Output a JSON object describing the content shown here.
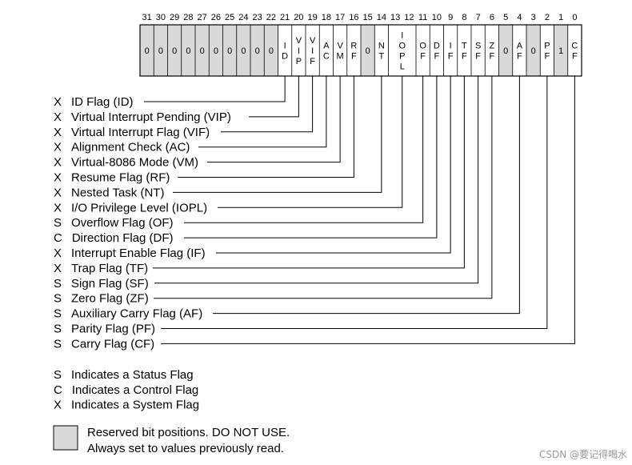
{
  "register": {
    "bits": [
      {
        "num": "31",
        "label": "0",
        "reserved": true
      },
      {
        "num": "30",
        "label": "0",
        "reserved": true
      },
      {
        "num": "29",
        "label": "0",
        "reserved": true
      },
      {
        "num": "28",
        "label": "0",
        "reserved": true
      },
      {
        "num": "27",
        "label": "0",
        "reserved": true
      },
      {
        "num": "26",
        "label": "0",
        "reserved": true
      },
      {
        "num": "25",
        "label": "0",
        "reserved": true
      },
      {
        "num": "24",
        "label": "0",
        "reserved": true
      },
      {
        "num": "23",
        "label": "0",
        "reserved": true
      },
      {
        "num": "22",
        "label": "0",
        "reserved": true
      },
      {
        "num": "21",
        "label": "ID",
        "reserved": false
      },
      {
        "num": "20",
        "label": "VIP",
        "reserved": false
      },
      {
        "num": "19",
        "label": "VIF",
        "reserved": false
      },
      {
        "num": "18",
        "label": "AC",
        "reserved": false
      },
      {
        "num": "17",
        "label": "VM",
        "reserved": false
      },
      {
        "num": "16",
        "label": "RF",
        "reserved": false
      },
      {
        "num": "15",
        "label": "0",
        "reserved": true
      },
      {
        "num": "14",
        "label": "NT",
        "reserved": false
      },
      {
        "num": "13",
        "label": "IOPL",
        "reserved": false
      },
      {
        "num": "12",
        "label": "",
        "reserved": false
      },
      {
        "num": "11",
        "label": "OF",
        "reserved": false
      },
      {
        "num": "10",
        "label": "DF",
        "reserved": false
      },
      {
        "num": "9",
        "label": "IF",
        "reserved": false
      },
      {
        "num": "8",
        "label": "TF",
        "reserved": false
      },
      {
        "num": "7",
        "label": "SF",
        "reserved": false
      },
      {
        "num": "6",
        "label": "ZF",
        "reserved": false
      },
      {
        "num": "5",
        "label": "0",
        "reserved": true
      },
      {
        "num": "4",
        "label": "AF",
        "reserved": false
      },
      {
        "num": "3",
        "label": "0",
        "reserved": true
      },
      {
        "num": "2",
        "label": "PF",
        "reserved": false
      },
      {
        "num": "1",
        "label": "1",
        "reserved": true
      },
      {
        "num": "0",
        "label": "CF",
        "reserved": false
      }
    ]
  },
  "flags": [
    {
      "type": "X",
      "name": "ID Flag (ID)",
      "bit": "21"
    },
    {
      "type": "X",
      "name": "Virtual Interrupt Pending (VIP)",
      "bit": "20"
    },
    {
      "type": "X",
      "name": "Virtual Interrupt Flag (VIF)",
      "bit": "19"
    },
    {
      "type": "X",
      "name": "Alignment Check (AC)",
      "bit": "18"
    },
    {
      "type": "X",
      "name": "Virtual-8086 Mode (VM)",
      "bit": "17"
    },
    {
      "type": "X",
      "name": "Resume Flag (RF)",
      "bit": "16"
    },
    {
      "type": "X",
      "name": "Nested Task (NT)",
      "bit": "14"
    },
    {
      "type": "X",
      "name": "I/O Privilege Level (IOPL)",
      "bit": "13"
    },
    {
      "type": "S",
      "name": "Overflow Flag (OF)",
      "bit": "11"
    },
    {
      "type": "C",
      "name": "Direction Flag (DF)",
      "bit": "10"
    },
    {
      "type": "X",
      "name": "Interrupt Enable Flag (IF)",
      "bit": "9"
    },
    {
      "type": "X",
      "name": "Trap Flag (TF)",
      "bit": "8"
    },
    {
      "type": "S",
      "name": "Sign Flag (SF)",
      "bit": "7"
    },
    {
      "type": "S",
      "name": "Zero Flag (ZF)",
      "bit": "6"
    },
    {
      "type": "S",
      "name": "Auxiliary Carry Flag (AF)",
      "bit": "4"
    },
    {
      "type": "S",
      "name": "Parity Flag (PF)",
      "bit": "2"
    },
    {
      "type": "S",
      "name": "Carry Flag (CF)",
      "bit": "0"
    }
  ],
  "legend": [
    {
      "key": "S",
      "text": "Indicates a Status Flag"
    },
    {
      "key": "C",
      "text": "Indicates a Control Flag"
    },
    {
      "key": "X",
      "text": "Indicates a System Flag"
    }
  ],
  "reserved_note": {
    "line1": "Reserved bit positions. DO NOT USE.",
    "line2": "Always set to values previously read."
  },
  "watermark": "CSDN @要记得喝水",
  "colors": {
    "reserved_fill": "#d9d9d9",
    "line": "#000000",
    "background": "#ffffff",
    "watermark": "#9a9a9a"
  }
}
